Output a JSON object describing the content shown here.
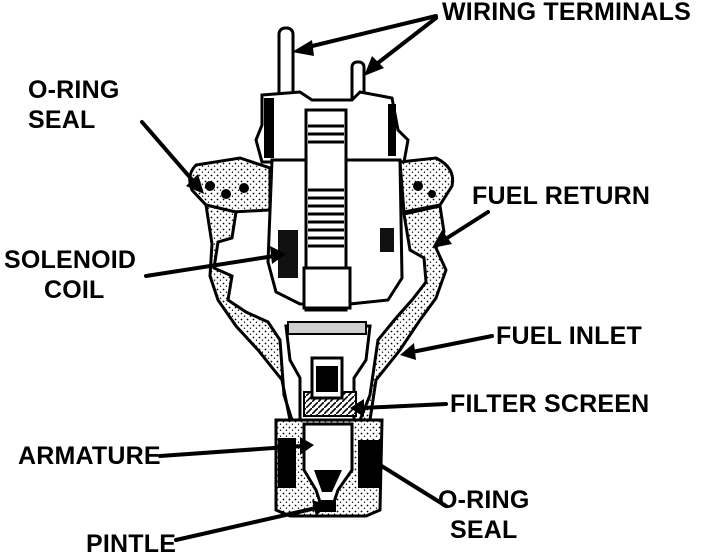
{
  "labels": {
    "wiring_terminals": "WIRING TERMINALS",
    "oring_seal_top_line1": "O-RING",
    "oring_seal_top_line2": "SEAL",
    "fuel_return": "FUEL RETURN",
    "solenoid_coil_line1": "SOLENOID",
    "solenoid_coil_line2": "COIL",
    "fuel_inlet": "FUEL INLET",
    "filter_screen": "FILTER SCREEN",
    "armature": "ARMATURE",
    "oring_seal_bottom_line1": "O-RING",
    "oring_seal_bottom_line2": "SEAL",
    "pintle": "PINTLE"
  }
}
